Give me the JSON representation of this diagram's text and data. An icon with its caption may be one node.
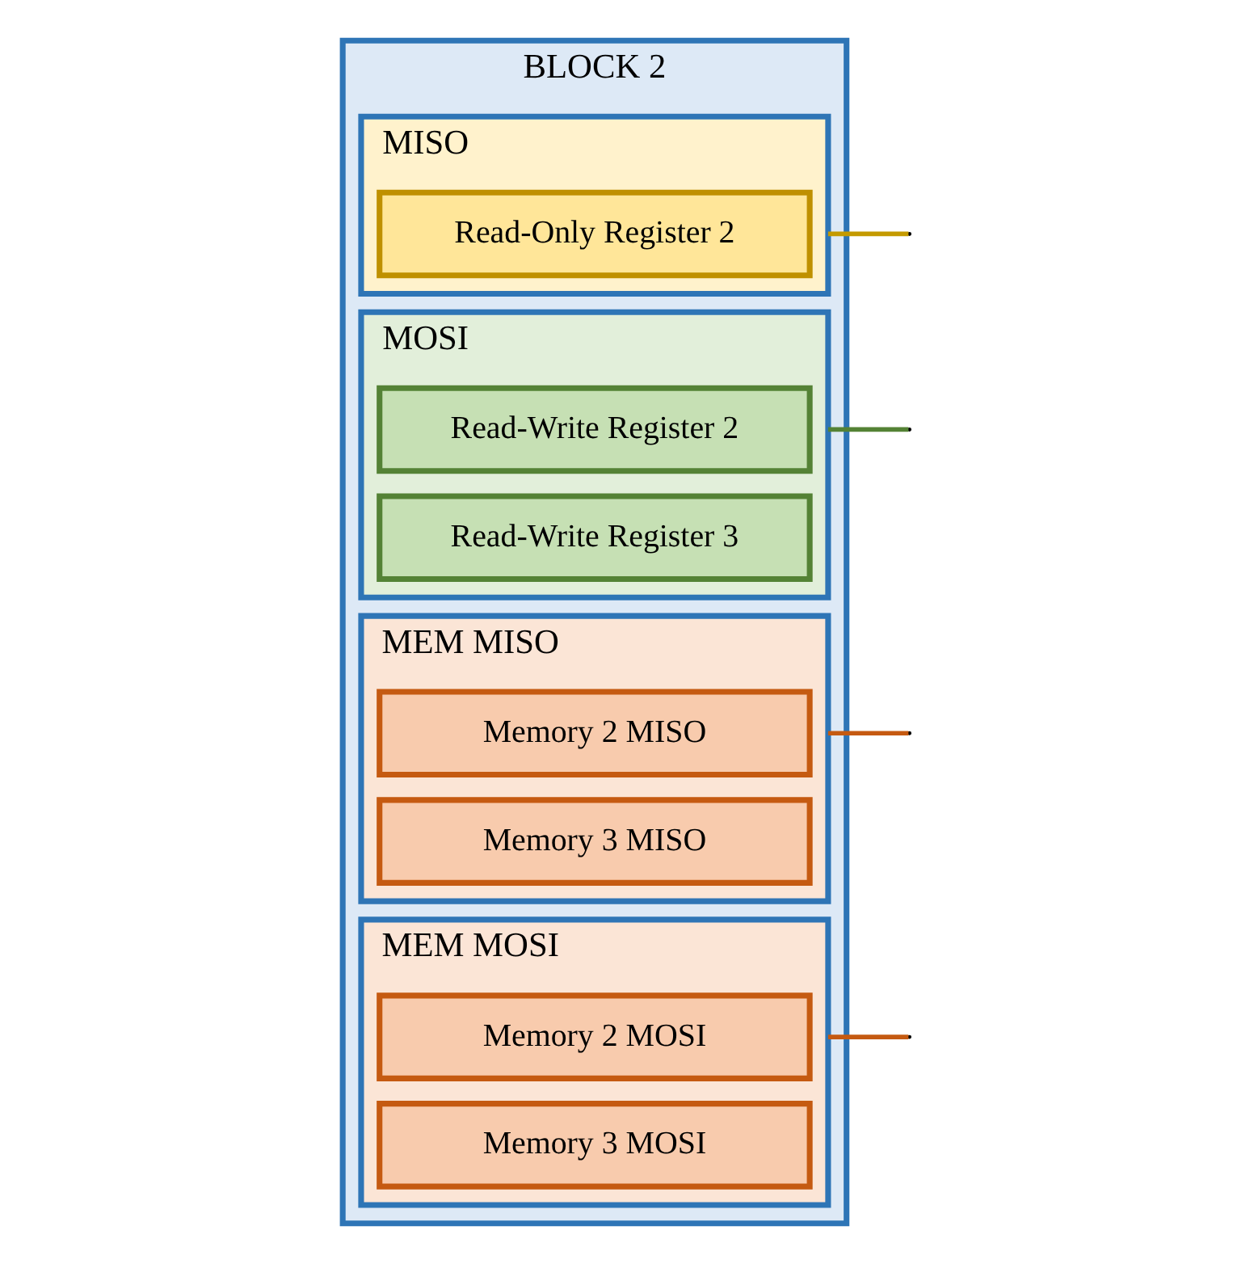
{
  "diagram": {
    "nodes": [
      {
        "text": [
          "BLOCK 2"
        ]
      },
      {
        "text": [
          "MISO"
        ],
        "in": 0
      },
      {
        "text": [
          "Read-Only Register 2"
        ],
        "in": 1
      },
      {
        "text": [
          "MOSI"
        ],
        "in": 0
      },
      {
        "text": [
          "Read-Write Register 2"
        ],
        "in": 3
      },
      {
        "text": [
          "Read-Write Register 3"
        ],
        "in": 3
      },
      {
        "text": [
          "MEM MISO"
        ],
        "in": 0
      },
      {
        "text": [
          "Memory 2 MISO"
        ],
        "in": 6
      },
      {
        "text": [
          "Memory 3 MISO"
        ],
        "in": 6
      },
      {
        "text": [
          "MEM MOSI"
        ],
        "in": 0
      },
      {
        "text": [
          "Memory 2 MOSI"
        ],
        "in": 9
      },
      {
        "text": [
          "Memory 3 MOSI"
        ],
        "in": 9
      }
    ],
    "edges": [
      {
        "from": 1,
        "to": null,
        "arrow": "none",
        "color": "#c49a00"
      },
      {
        "from": 3,
        "to": null,
        "arrow": "none",
        "color": "#548235"
      },
      {
        "from": 6,
        "to": null,
        "arrow": "none",
        "color": "#c55a11"
      },
      {
        "from": 9,
        "to": null,
        "arrow": "none",
        "color": "#c55a11"
      }
    ]
  }
}
